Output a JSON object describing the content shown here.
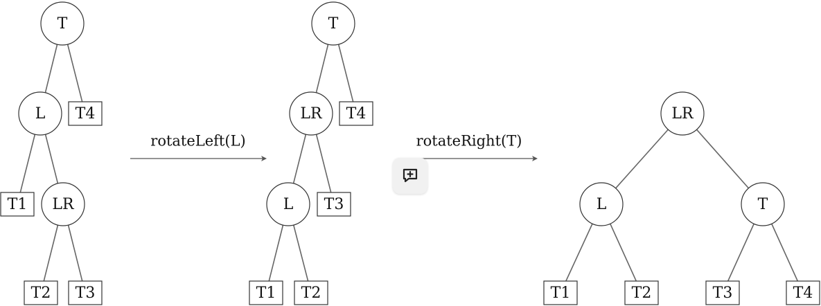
{
  "diagram": {
    "trees": [
      {
        "nodes": [
          {
            "id": "a_T",
            "label": "T",
            "kind": "circle"
          },
          {
            "id": "a_L",
            "label": "L",
            "kind": "circle"
          },
          {
            "id": "a_T4",
            "label": "T4",
            "kind": "box"
          },
          {
            "id": "a_T1",
            "label": "T1",
            "kind": "box"
          },
          {
            "id": "a_LR",
            "label": "LR",
            "kind": "circle"
          },
          {
            "id": "a_T2",
            "label": "T2",
            "kind": "box"
          },
          {
            "id": "a_T3",
            "label": "T3",
            "kind": "box"
          }
        ],
        "edges": [
          [
            "a_T",
            "a_L"
          ],
          [
            "a_T",
            "a_T4"
          ],
          [
            "a_L",
            "a_T1"
          ],
          [
            "a_L",
            "a_LR"
          ],
          [
            "a_LR",
            "a_T2"
          ],
          [
            "a_LR",
            "a_T3"
          ]
        ]
      },
      {
        "nodes": [
          {
            "id": "b_T",
            "label": "T",
            "kind": "circle"
          },
          {
            "id": "b_LR",
            "label": "LR",
            "kind": "circle"
          },
          {
            "id": "b_T4",
            "label": "T4",
            "kind": "box"
          },
          {
            "id": "b_L",
            "label": "L",
            "kind": "circle"
          },
          {
            "id": "b_T3",
            "label": "T3",
            "kind": "box"
          },
          {
            "id": "b_T1",
            "label": "T1",
            "kind": "box"
          },
          {
            "id": "b_T2",
            "label": "T2",
            "kind": "box"
          }
        ],
        "edges": [
          [
            "b_T",
            "b_LR"
          ],
          [
            "b_T",
            "b_T4"
          ],
          [
            "b_LR",
            "b_L"
          ],
          [
            "b_LR",
            "b_T3"
          ],
          [
            "b_L",
            "b_T1"
          ],
          [
            "b_L",
            "b_T2"
          ]
        ]
      },
      {
        "nodes": [
          {
            "id": "c_LR",
            "label": "LR",
            "kind": "circle"
          },
          {
            "id": "c_L",
            "label": "L",
            "kind": "circle"
          },
          {
            "id": "c_T",
            "label": "T",
            "kind": "circle"
          },
          {
            "id": "c_T1",
            "label": "T1",
            "kind": "box"
          },
          {
            "id": "c_T2",
            "label": "T2",
            "kind": "box"
          },
          {
            "id": "c_T3",
            "label": "T3",
            "kind": "box"
          },
          {
            "id": "c_T4",
            "label": "T4",
            "kind": "box"
          }
        ],
        "edges": [
          [
            "c_LR",
            "c_L"
          ],
          [
            "c_LR",
            "c_T"
          ],
          [
            "c_L",
            "c_T1"
          ],
          [
            "c_L",
            "c_T2"
          ],
          [
            "c_T",
            "c_T3"
          ],
          [
            "c_T",
            "c_T4"
          ]
        ]
      }
    ],
    "arrows": [
      {
        "label": "rotateLeft(L)"
      },
      {
        "label": "rotateRight(T)"
      }
    ]
  },
  "overlay": {
    "comment_button_icon": "add-comment-icon"
  }
}
